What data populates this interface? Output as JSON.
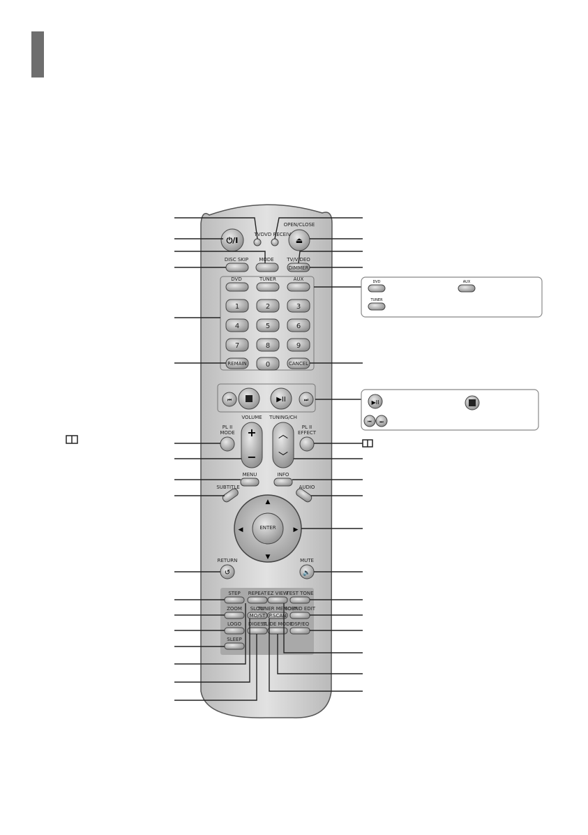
{
  "remote": {
    "power_symbol": "⏻/I",
    "source_switch_labels": [
      "TV",
      "DVD RECEIVER"
    ],
    "open_close": "OPEN/CLOSE",
    "eject_symbol": "⏏",
    "disc_skip": "DISC SKIP",
    "mode": "MODE",
    "tv_video": "TV/VIDEO",
    "dimmer": "DIMMER",
    "dvd": "DVD",
    "tuner": "TUNER",
    "aux": "AUX",
    "digits": [
      "1",
      "2",
      "3",
      "4",
      "5",
      "6",
      "7",
      "8",
      "9",
      "0"
    ],
    "remain": "REMAIN",
    "cancel": "CANCEL",
    "volume": "VOLUME",
    "tuning_ch": "TUNING/CH",
    "plii_mode": [
      "PL II",
      "MODE"
    ],
    "plii_effect": [
      "PL II",
      "EFFECT"
    ],
    "menu": "MENU",
    "info": "INFO",
    "subtitle": "SUBTITLE",
    "audio": "AUDIO",
    "enter": "ENTER",
    "return": "RETURN",
    "mute": "MUTE",
    "step": "STEP",
    "repeat": "REPEAT",
    "ez_view": "EZ VIEW",
    "test_tone": "TEST TONE",
    "zoom": "ZOOM",
    "slow": "SLOW",
    "tuner_memory": "TUNER MEMORY",
    "sound_edit": "SOUND EDIT",
    "logo": "LOGO",
    "mo_st": "MO/ST",
    "p_scan": "P.SCAN",
    "dsp_eq": "DSP/EQ",
    "sleep": "SLEEP",
    "digest": "DIGEST",
    "slide_mode": "SLIDE MODE"
  },
  "callouts": {
    "source_box": {
      "dvd": "DVD",
      "aux": "AUX",
      "tuner": "TUNER"
    }
  },
  "colors": {
    "body": "#d4d4d4",
    "button": "#b8b8b8",
    "panel": "#a9a9a9",
    "line": "#333333"
  }
}
